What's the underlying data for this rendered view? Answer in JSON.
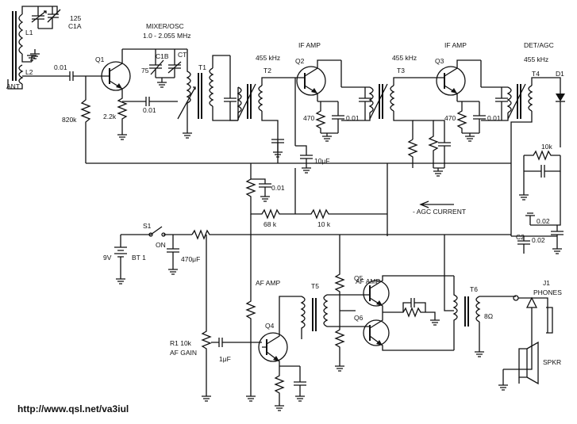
{
  "labels": {
    "c125": "125",
    "c1a": "C1A",
    "l1": "L1",
    "l2": "L2",
    "ant": "ANT",
    "c001a": "0.01",
    "q1": "Q1",
    "r820k": "820k",
    "r22k": "2.2k",
    "c001b": "0.01",
    "mixer": "MIXER/OSC",
    "freq": "1.0 - 2.055 MHz",
    "c1b": "C1B",
    "ct": "CT",
    "c75": "75",
    "t1": "T1",
    "f455a": "455 kHz",
    "t2": "T2",
    "ifamp1": "IF AMP",
    "q2": "Q2",
    "r470a": "470",
    "c001c": "0.01",
    "cap10u": "10μF",
    "c001d": "0.01",
    "r68k": "68 k",
    "r10ka": "10 k",
    "ifamp2": "IF AMP",
    "f455b": "455 kHz",
    "t3": "T3",
    "q3": "Q3",
    "r470b": "470",
    "c001e": "0.01",
    "detagc": "DET/AGC",
    "f455c": "455 kHz",
    "t4": "T4",
    "d1": "D1",
    "r10kb": "10k",
    "agc": "- AGC CURRENT",
    "c002a": "0.02",
    "c2": "C2",
    "c002b": "0.02",
    "s1": "S1",
    "on": "ON",
    "batt": "9V",
    "bt1": "BT 1",
    "c470u": "470μF",
    "afamp1": "AF AMP",
    "afamp2": "AF AMP",
    "t5": "T5",
    "q5": "Q5",
    "q6": "Q6",
    "t6": "T6",
    "ohm8": "8Ω",
    "j1": "J1",
    "phones": "PHONES",
    "spkr": "SPKR",
    "r1": "R1 10k",
    "afgain": "AF GAIN",
    "c1u": "1μF",
    "q4": "Q4",
    "url": "http://www.qsl.net/va3iul"
  }
}
